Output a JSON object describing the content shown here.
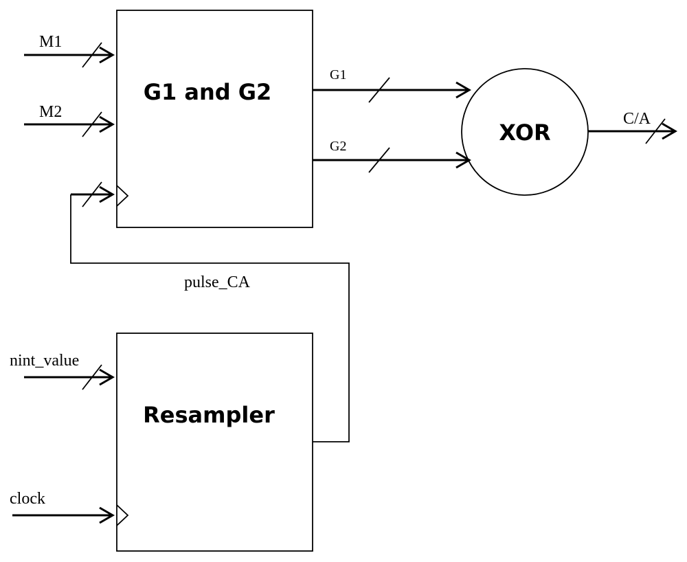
{
  "blocks": {
    "g1g2": "G1 and G2",
    "xor": "XOR",
    "resampler": "Resampler"
  },
  "signals": {
    "m1": "M1",
    "m2": "M2",
    "g1": "G1",
    "g2": "G2",
    "ca": "C/A",
    "pulse_ca": "pulse_CA",
    "nint_value": "nint_value",
    "clock": "clock"
  }
}
